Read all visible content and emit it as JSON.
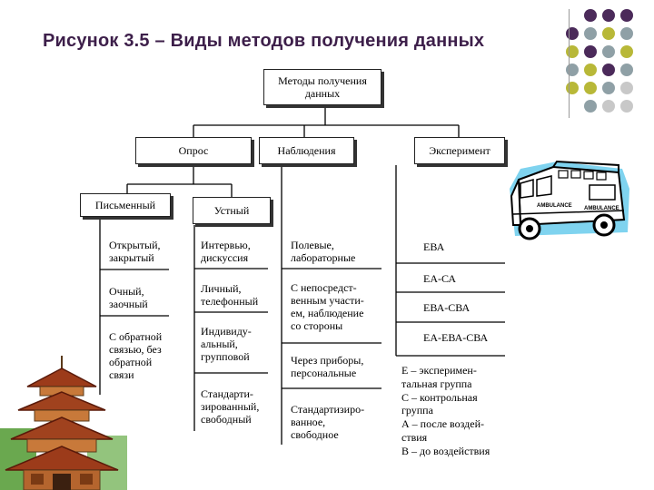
{
  "slide": {
    "title": "Рисунок 3.5 – Виды методов получения данных",
    "palette": {
      "purple": "#4b2a5a",
      "gray": "#8fa0a6",
      "olive": "#b8b838",
      "lightgray": "#c8c8c8"
    }
  },
  "diagram": {
    "root": "Методы получения\nданных",
    "methods": {
      "survey": "Опрос",
      "observation": "Наблюдения",
      "experiment": "Эксперимент"
    },
    "survey_types": {
      "written": "Письменный",
      "oral": "Устный"
    },
    "written_items": [
      "Открытый,\nзакрытый",
      "Очный,\nзаочный",
      "С обратной\nсвязью, без\nобратной\nсвязи"
    ],
    "oral_items": [
      "Интервью,\nдискуссия",
      "Личный,\nтелефонный",
      "Индивиду-\nальный,\nгрупповой",
      "Стандарти-\nзированный,\nсвободный"
    ],
    "observation_items": [
      "Полевые,\nлабораторные",
      "С непосредст-\nвенным участи-\nем, наблюдение\nсо стороны",
      "Через приборы,\nперсональные",
      "Стандартизиро-\nванное,\nсвободное"
    ],
    "experiment_items": [
      "ЕВА",
      "ЕА-СА",
      "ЕВА-СВА",
      "ЕА-ЕВА-СВА"
    ],
    "legend": [
      "Е – эксперимен-",
      "тальная группа",
      "С – контрольная",
      "группа",
      "А – после воздей-",
      "ствия",
      "В – до воздействия"
    ]
  },
  "decorations": {
    "ambulance_icon": "ambulance-icon",
    "pagoda_icon": "pagoda-icon",
    "ambulance_text": [
      "AMBULANCE",
      "AMBULANCE"
    ]
  }
}
